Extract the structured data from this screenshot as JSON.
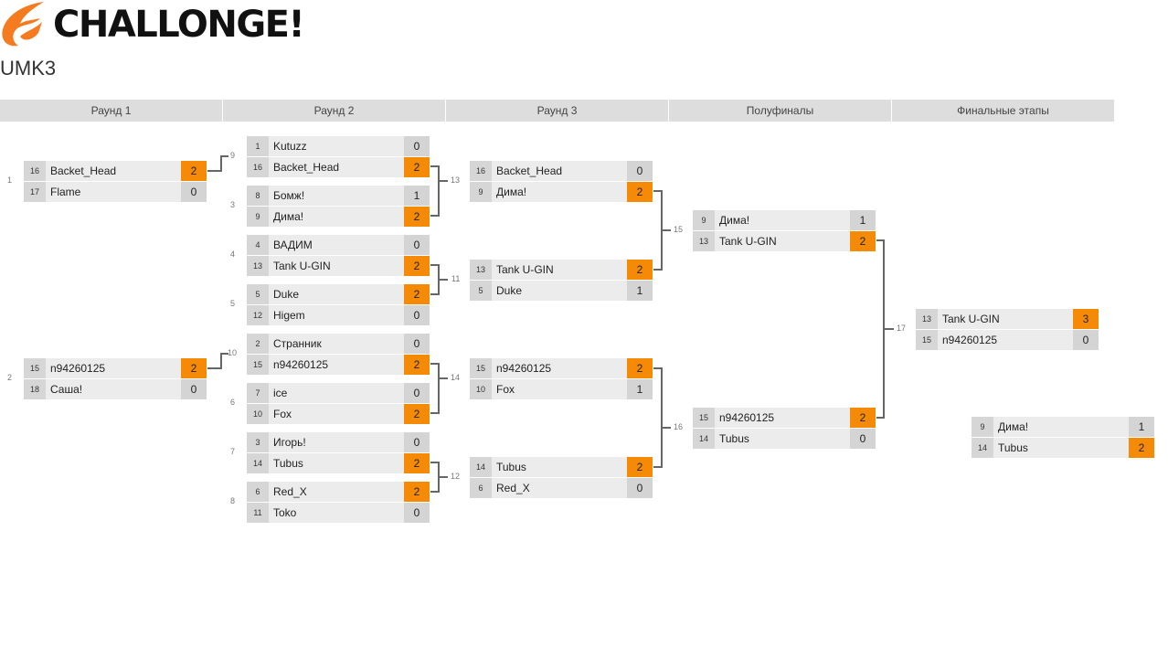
{
  "logo_text": "CHALLONGE!",
  "tournament_title": "UMK3",
  "rounds": [
    "Раунд 1",
    "Раунд 2",
    "Раунд 3",
    "Полуфиналы",
    "Финальные этапы"
  ],
  "colors": {
    "winner": "#f58a07",
    "loser": "#d4d4d4"
  },
  "matches": [
    {
      "label": "1",
      "p": [
        {
          "seed": "16",
          "name": "Backet_Head",
          "score": "2",
          "win": true
        },
        {
          "seed": "17",
          "name": "Flame",
          "score": "0",
          "win": false
        }
      ]
    },
    {
      "label": "2",
      "p": [
        {
          "seed": "15",
          "name": "n94260125",
          "score": "2",
          "win": true
        },
        {
          "seed": "18",
          "name": "Саша!",
          "score": "0",
          "win": false
        }
      ]
    },
    {
      "label": "9",
      "p": [
        {
          "seed": "1",
          "name": "Kutuzz",
          "score": "0",
          "win": false
        },
        {
          "seed": "16",
          "name": "Backet_Head",
          "score": "2",
          "win": true
        }
      ]
    },
    {
      "label": "3",
      "p": [
        {
          "seed": "8",
          "name": "Бомж!",
          "score": "1",
          "win": false
        },
        {
          "seed": "9",
          "name": "Дима!",
          "score": "2",
          "win": true
        }
      ]
    },
    {
      "label": "4",
      "p": [
        {
          "seed": "4",
          "name": "ВАДИМ",
          "score": "0",
          "win": false
        },
        {
          "seed": "13",
          "name": "Tank U-GIN",
          "score": "2",
          "win": true
        }
      ]
    },
    {
      "label": "5",
      "p": [
        {
          "seed": "5",
          "name": "Duke",
          "score": "2",
          "win": true
        },
        {
          "seed": "12",
          "name": "Higem",
          "score": "0",
          "win": false
        }
      ]
    },
    {
      "label": "10",
      "p": [
        {
          "seed": "2",
          "name": "Странник",
          "score": "0",
          "win": false
        },
        {
          "seed": "15",
          "name": "n94260125",
          "score": "2",
          "win": true
        }
      ]
    },
    {
      "label": "6",
      "p": [
        {
          "seed": "7",
          "name": "ice",
          "score": "0",
          "win": false
        },
        {
          "seed": "10",
          "name": "Fox",
          "score": "2",
          "win": true
        }
      ]
    },
    {
      "label": "7",
      "p": [
        {
          "seed": "3",
          "name": "Игорь!",
          "score": "0",
          "win": false
        },
        {
          "seed": "14",
          "name": "Tubus",
          "score": "2",
          "win": true
        }
      ]
    },
    {
      "label": "8",
      "p": [
        {
          "seed": "6",
          "name": "Red_X",
          "score": "2",
          "win": true
        },
        {
          "seed": "11",
          "name": "Toko",
          "score": "0",
          "win": false
        }
      ]
    },
    {
      "label": "13",
      "p": [
        {
          "seed": "16",
          "name": "Backet_Head",
          "score": "0",
          "win": false
        },
        {
          "seed": "9",
          "name": "Дима!",
          "score": "2",
          "win": true
        }
      ]
    },
    {
      "label": "11",
      "p": [
        {
          "seed": "13",
          "name": "Tank U-GIN",
          "score": "2",
          "win": true
        },
        {
          "seed": "5",
          "name": "Duke",
          "score": "1",
          "win": false
        }
      ]
    },
    {
      "label": "14",
      "p": [
        {
          "seed": "15",
          "name": "n94260125",
          "score": "2",
          "win": true
        },
        {
          "seed": "10",
          "name": "Fox",
          "score": "1",
          "win": false
        }
      ]
    },
    {
      "label": "12",
      "p": [
        {
          "seed": "14",
          "name": "Tubus",
          "score": "2",
          "win": true
        },
        {
          "seed": "6",
          "name": "Red_X",
          "score": "0",
          "win": false
        }
      ]
    },
    {
      "label": "15",
      "p": [
        {
          "seed": "9",
          "name": "Дима!",
          "score": "1",
          "win": false
        },
        {
          "seed": "13",
          "name": "Tank U-GIN",
          "score": "2",
          "win": true
        }
      ]
    },
    {
      "label": "16",
      "p": [
        {
          "seed": "15",
          "name": "n94260125",
          "score": "2",
          "win": true
        },
        {
          "seed": "14",
          "name": "Tubus",
          "score": "0",
          "win": false
        }
      ]
    },
    {
      "label": "17",
      "p": [
        {
          "seed": "13",
          "name": "Tank U-GIN",
          "score": "3",
          "win": true
        },
        {
          "seed": "15",
          "name": "n94260125",
          "score": "0",
          "win": false
        }
      ]
    },
    {
      "label": "",
      "p": [
        {
          "seed": "9",
          "name": "Дима!",
          "score": "1",
          "win": false
        },
        {
          "seed": "14",
          "name": "Tubus",
          "score": "2",
          "win": true
        }
      ]
    }
  ]
}
